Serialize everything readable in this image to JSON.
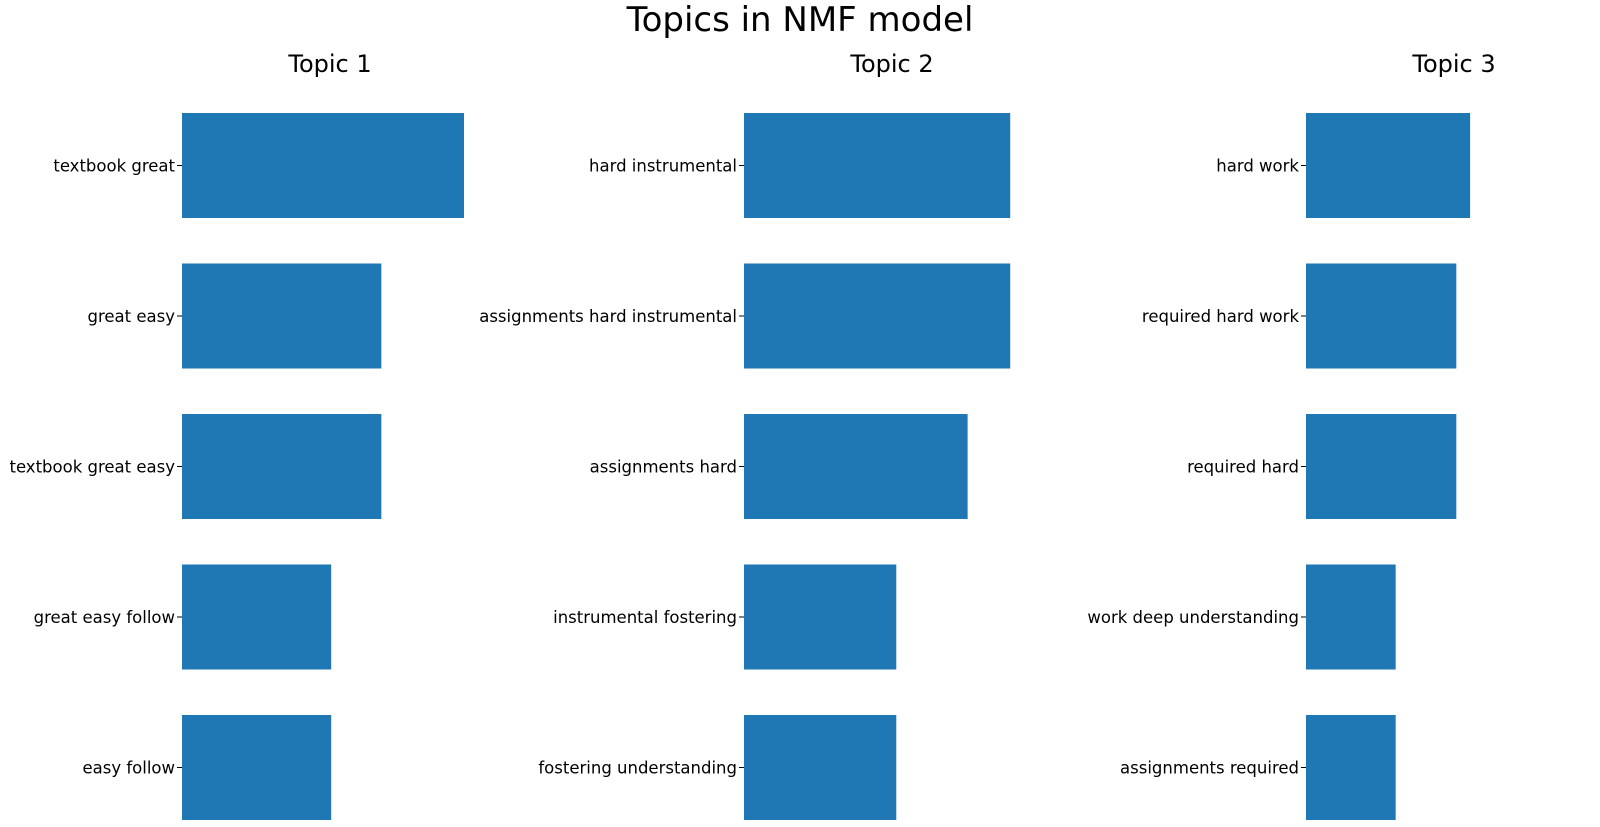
{
  "chart_data": {
    "title": "Topics in NMF model",
    "type": "bar",
    "orientation": "horizontal",
    "bar_color": "#1f77b4",
    "grid": false,
    "panels": [
      {
        "title": "Topic 1",
        "categories": [
          "textbook great",
          "great easy",
          "textbook great easy",
          "great easy follow",
          "easy follow"
        ],
        "values": [
          1.0,
          0.707,
          0.707,
          0.529,
          0.529
        ]
      },
      {
        "title": "Topic 2",
        "categories": [
          "hard instrumental",
          "assignments hard instrumental",
          "assignments hard",
          "instrumental fostering",
          "fostering understanding"
        ],
        "values": [
          0.944,
          0.944,
          0.793,
          0.54,
          0.54
        ]
      },
      {
        "title": "Topic 3",
        "categories": [
          "hard work",
          "required hard work",
          "required hard",
          "work deep understanding",
          "assignments required"
        ],
        "values": [
          0.582,
          0.533,
          0.533,
          0.318,
          0.318
        ]
      }
    ]
  }
}
